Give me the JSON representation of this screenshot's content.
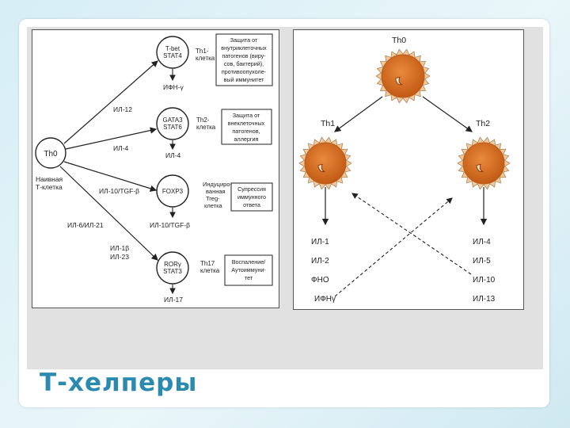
{
  "slide": {
    "title": "Т-хелперы"
  },
  "left_diagram": {
    "th0": {
      "label": "Th0",
      "caption": [
        "Наивная",
        "Т-клетка"
      ]
    },
    "arrow_labels": {
      "il12": "ИЛ-12",
      "il4": "ИЛ-4",
      "il10tgf": "ИЛ-10/ТGF-β",
      "il6il21": "ИЛ-6/ИЛ-21",
      "il1b": "ИЛ-1β",
      "il23": "ИЛ-23"
    },
    "cells": [
      {
        "tf": [
          "T-bet",
          "STAT4"
        ],
        "name": [
          "Th1-",
          "клетка"
        ],
        "output": "ИФН-γ",
        "function": [
          "Защита от",
          "внутриклеточных",
          "патогенов (виру-",
          "сов, бактерий),",
          "противоопухоле-",
          "вый иммунитет"
        ]
      },
      {
        "tf": [
          "GATA3",
          "STAT6"
        ],
        "name": [
          "Th2-",
          "клетка"
        ],
        "output": "ИЛ-4",
        "function": [
          "Защита от",
          "внеклеточных",
          "патогенов,",
          "аллергия"
        ]
      },
      {
        "tf": [
          "FOXP3"
        ],
        "name": [
          "Индуциро-",
          "ванная",
          "Treg-",
          "клетка"
        ],
        "output": "ИЛ-10/ТGF-β",
        "function": [
          "Супрессия",
          "иммунного",
          "ответа"
        ]
      },
      {
        "tf": [
          "RORγ",
          "STAT3"
        ],
        "name": [
          "Th17",
          "клетка"
        ],
        "output": "ИЛ-17",
        "function": [
          "Воспаление/",
          "Аутоиммуни-",
          "тет"
        ]
      }
    ]
  },
  "right_diagram": {
    "top_label": "Th0",
    "left_label": "Th1",
    "right_label": "Th2",
    "th1_cytokines": [
      "ИЛ-1",
      "ИЛ-2",
      "ФНО",
      "ИФНγ"
    ],
    "th2_cytokines": [
      "ИЛ-4",
      "ИЛ-5",
      "ИЛ-10",
      "ИЛ-13"
    ],
    "colors": {
      "cell_fill": "#d86a1c",
      "cell_edge": "#b85a18",
      "nucleus": "#8a3a0c",
      "halo": "#f4c89a"
    }
  }
}
